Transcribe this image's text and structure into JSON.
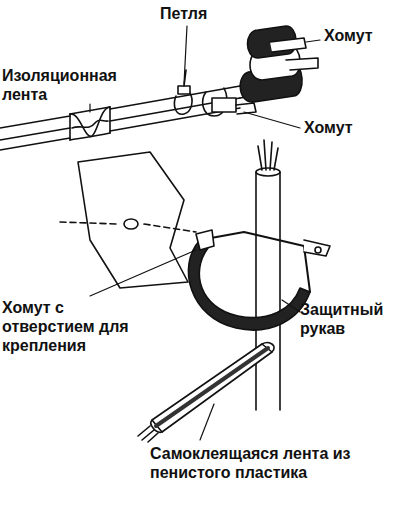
{
  "diagram": {
    "labels": [
      "Петля",
      "Изоляционная лента",
      "Хомут",
      "Хомут",
      "Хомут с отверстием для крепления",
      "Защитный рукав",
      "Самоклеящаяся лента из пенистого пластика"
    ]
  }
}
